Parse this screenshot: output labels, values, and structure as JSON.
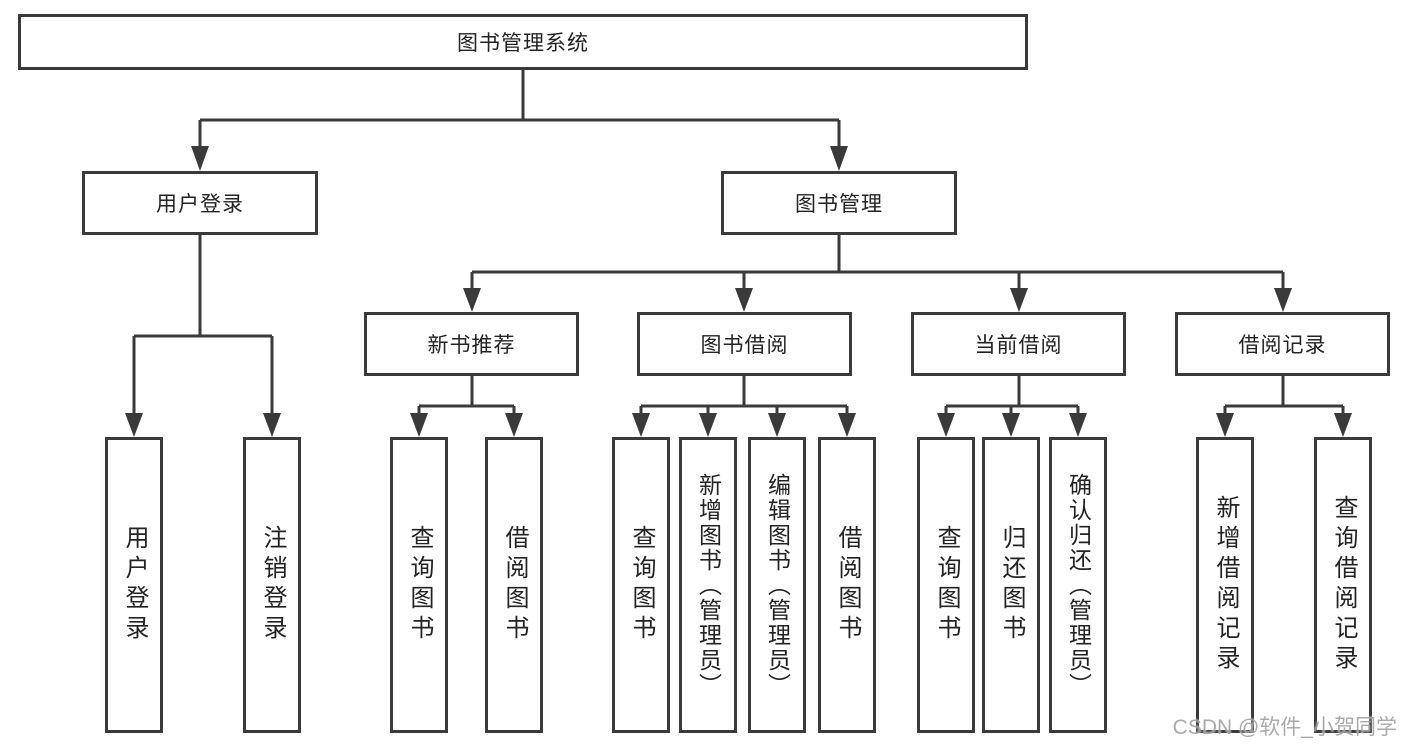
{
  "diagram": {
    "title": "图书管理系统",
    "branches": {
      "user": {
        "label": "用户登录",
        "children": [
          "用户登录",
          "注销登录"
        ]
      },
      "book": {
        "label": "图书管理",
        "groups": [
          {
            "label": "新书推荐",
            "children": [
              "查询图书",
              "借阅图书"
            ]
          },
          {
            "label": "图书借阅",
            "children": [
              "查询图书",
              "新增图书（管理员）",
              "编辑图书（管理员）",
              "借阅图书"
            ]
          },
          {
            "label": "当前借阅",
            "children": [
              "查询图书",
              "归还图书",
              "确认归还（管理员）"
            ]
          },
          {
            "label": "借阅记录",
            "children": [
              "新增借阅记录",
              "查询借阅记录"
            ]
          }
        ]
      }
    },
    "colors": {
      "line": "#3a3a3a",
      "box_border": "#3a3a3a",
      "text": "#232323",
      "background": "#ffffff",
      "watermark": "#a3a3a3"
    }
  },
  "watermark": "CSDN @软件_小贺同学"
}
